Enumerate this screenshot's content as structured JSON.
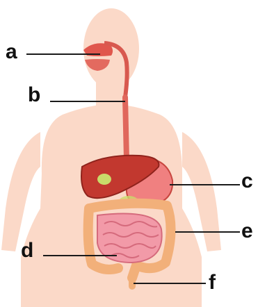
{
  "labels": {
    "a": "a",
    "b": "b",
    "c": "c",
    "d": "d",
    "e": "e",
    "f": "f"
  },
  "colors": {
    "body_skin": "#fbd9c8",
    "organ_red": "#e0574d",
    "liver": "#c2382f",
    "small_intestine": "#f29aa8",
    "large_intestine": "#f2b07a",
    "gallbladder": "#c9dc6a",
    "leader_line": "#1a1a1a"
  },
  "icons": [
    "human-torso-silhouette",
    "mouth-icon",
    "esophagus-icon",
    "liver-icon",
    "stomach-icon",
    "small-intestine-icon",
    "large-intestine-icon",
    "rectum-icon"
  ]
}
